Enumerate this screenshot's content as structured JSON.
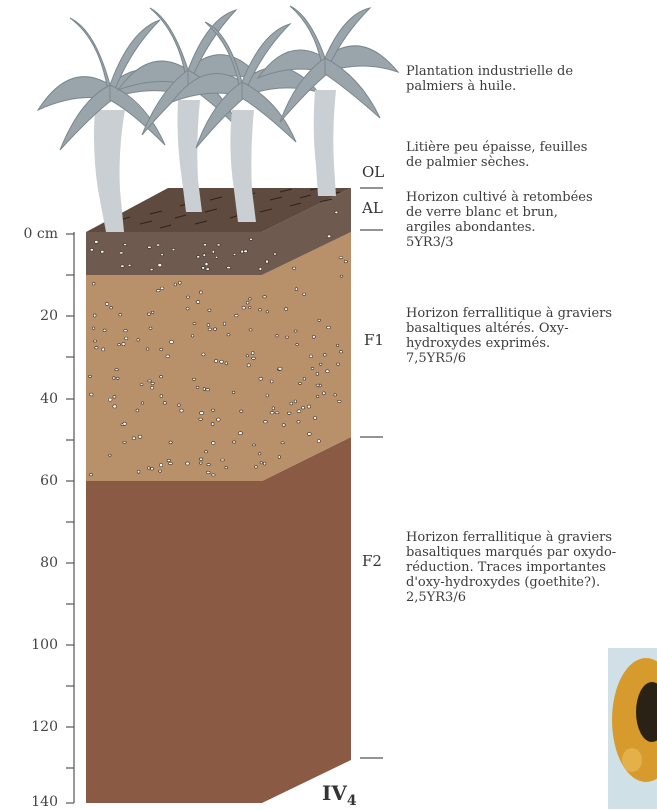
{
  "depth_axis": {
    "unit": "cm",
    "labels": [
      "0 cm",
      "20",
      "40",
      "60",
      "80",
      "100",
      "120",
      "140"
    ]
  },
  "horizons": [
    {
      "code": "OL",
      "description": [
        "Litière peu épaisse, feuilles",
        "de palmier sèches."
      ]
    },
    {
      "code": "AL",
      "description": [
        "Horizon cultivé à retombées",
        "de verre blanc et brun,",
        "argiles abondantes.",
        "5YR3/3"
      ]
    },
    {
      "code": "F1",
      "description": [
        "Horizon ferrallitique à graviers",
        "basaltiques altérés. Oxy-",
        "hydroxydes exprimés.",
        "7,5YR5/6"
      ]
    },
    {
      "code": "F2",
      "description": [
        "Horizon ferrallitique à graviers",
        "basaltiques marqués par oxydo-",
        "réduction. Traces importantes",
        "d'oxy-hydroxydes (goethite?).",
        "2,5YR3/6"
      ]
    }
  ],
  "vegetation": {
    "description": [
      "Plantation industrielle de",
      "palmiers à huile."
    ]
  },
  "profile_id": {
    "main": "IV",
    "sub": "4"
  },
  "colors": {
    "AL": "#6e5a4e",
    "F1": "#b8916b",
    "F2": "#8b5a45",
    "litter": "#5e4a3e",
    "trunk": "#c9cfd2",
    "palm": "#9aa5ab"
  }
}
